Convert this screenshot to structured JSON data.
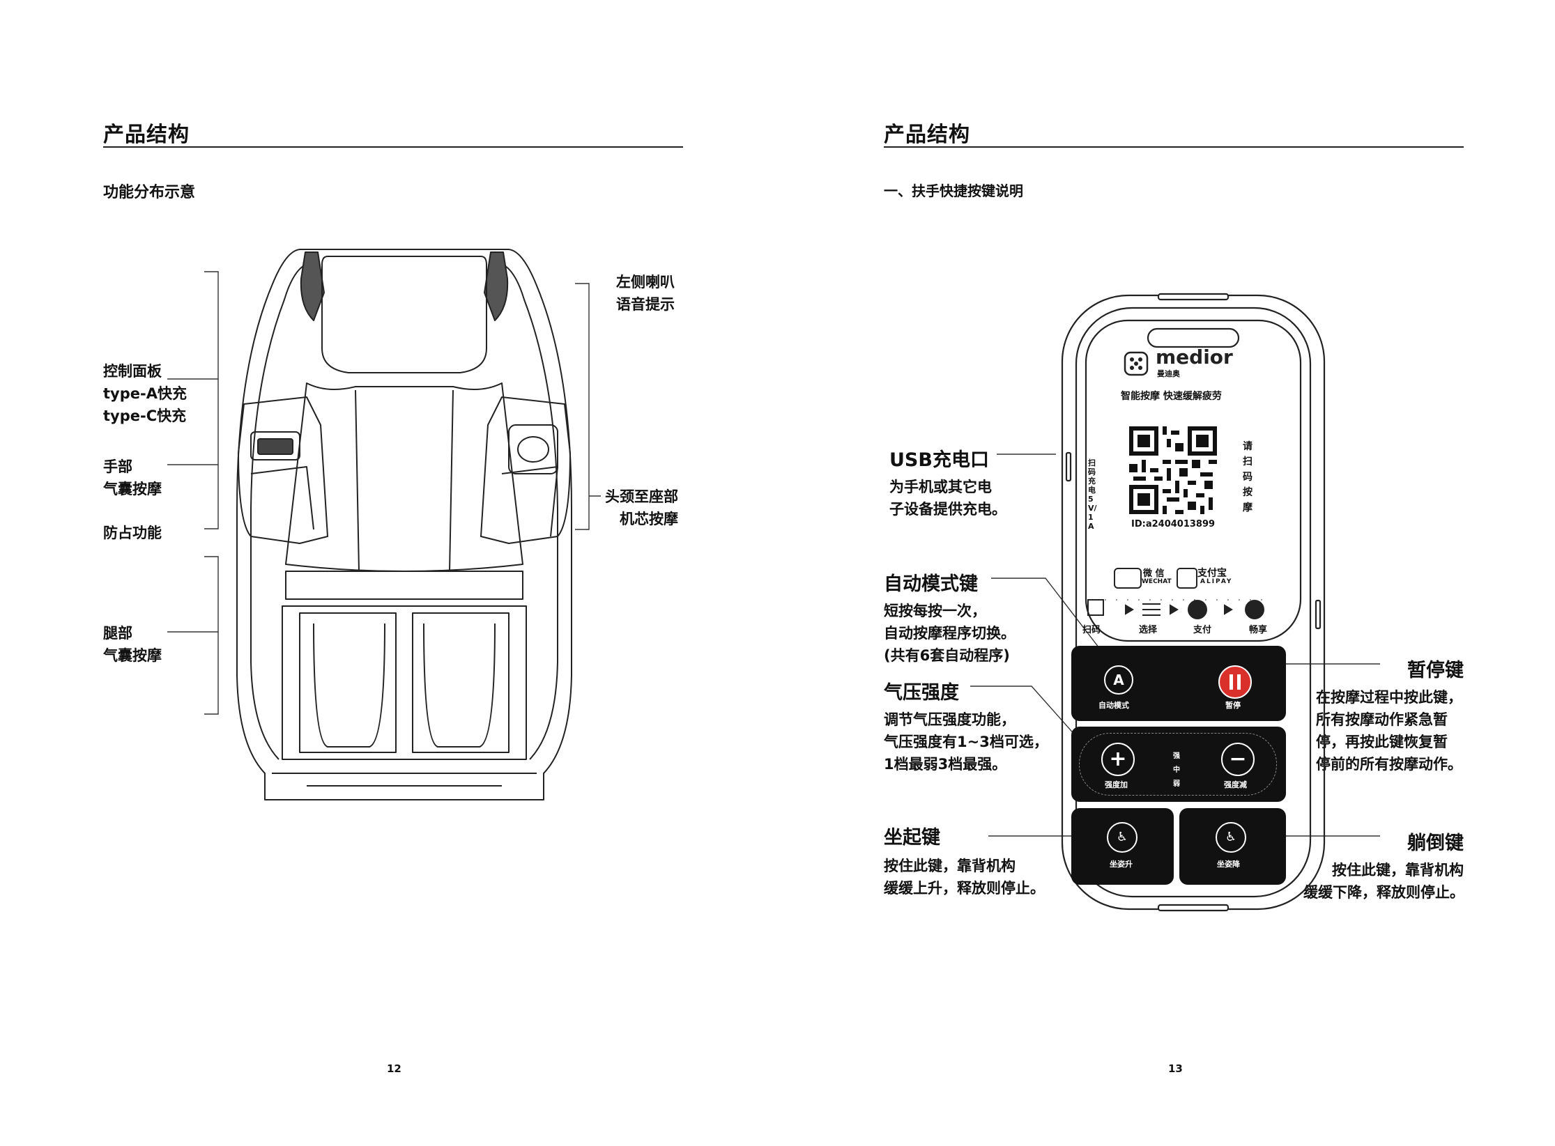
{
  "left_page": {
    "title": "产品结构",
    "subtitle": "功能分布示意",
    "labels": {
      "control_panel": [
        "控制面板",
        "type-A快充",
        "type-C快充"
      ],
      "hand": [
        "手部",
        "气囊按摩"
      ],
      "anti_occupy": [
        "防占功能"
      ],
      "leg": [
        "腿部",
        "气囊按摩"
      ],
      "speaker": [
        "左侧喇叭",
        "语音提示"
      ],
      "mechanism": [
        "头颈至座部",
        "机芯按摩"
      ]
    },
    "page_number": "12"
  },
  "right_page": {
    "title": "产品结构",
    "section_title": "一、扶手快捷按键说明",
    "callouts": {
      "usb": {
        "title": "USB充电口",
        "desc": [
          "为手机或其它电",
          "子设备提供充电。"
        ]
      },
      "auto": {
        "title": "自动模式键",
        "desc": [
          "短按每按一次，",
          "自动按摩程序切换。",
          "(共有6套自动程序)"
        ]
      },
      "pressure": {
        "title": "气压强度",
        "desc": [
          "调节气压强度功能，",
          "气压强度有1~3档可选，",
          "1档最弱3档最强。"
        ]
      },
      "sit_up": {
        "title": "坐起键",
        "desc": [
          "按住此键，靠背机构",
          "缓缓上升，释放则停止。"
        ]
      },
      "pause": {
        "title": "暂停键",
        "desc": [
          "在按摩过程中按此键，",
          "所有按摩动作紧急暂",
          "停，再按此键恢复暂",
          "停前的所有按摩动作。"
        ]
      },
      "recline": {
        "title": "躺倒键",
        "desc": [
          "按住此键，靠背机构",
          "缓缓下降，释放则停止。"
        ]
      }
    },
    "remote": {
      "brand": "medior",
      "brand_cn": "曼迪奥",
      "slogan": "智能按摩 快速缓解疲劳",
      "qr_id": "ID:a2404013899",
      "scan_vertical": "请扫码按摩",
      "side_text": "扫码充电 5V/1A",
      "wechat": "微 信",
      "wechat_en": "WECHAT",
      "alipay": "支付宝",
      "alipay_en": "ALIPAY",
      "steps": [
        "扫码",
        "选择",
        "支付",
        "畅享"
      ],
      "buttons": {
        "auto": "自动模式",
        "pause": "暂停",
        "plus": "强度加",
        "minus": "强度减",
        "level": [
          "强",
          "中",
          "弱"
        ],
        "sit_up": "坐姿升",
        "recline": "坐姿降"
      }
    },
    "page_number": "13"
  }
}
